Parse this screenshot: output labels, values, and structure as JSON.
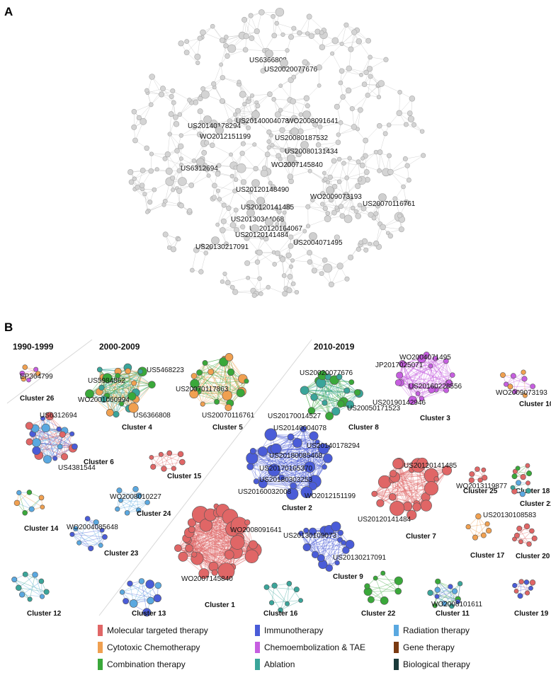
{
  "panels": {
    "a": "A",
    "b": "B"
  },
  "colors": {
    "molecular": "#e06666",
    "cytotoxic": "#f0a050",
    "combination": "#3aa83a",
    "immuno": "#4a5cd8",
    "chemo": "#c65ee0",
    "ablation": "#3aa59a",
    "radiation": "#5aa8e0",
    "gene": "#7a3a12",
    "biological": "#1a3a3a",
    "grey": "#d4d4d4"
  },
  "panel_a": {
    "labels": [
      "US6366808",
      "US20020077676",
      "US20140004078",
      "US20140178294",
      "WO2012151199",
      "WO2008091641",
      "US20080187532",
      "US20080131434",
      "WO2007145840",
      "US6312694",
      "US20120148490",
      "WO2009073193",
      "US20070116761",
      "US20120141485",
      "US20130344068",
      "US20120164067",
      "US20120141484",
      "US20130217091",
      "US2004071495"
    ]
  },
  "panel_b": {
    "periods": [
      "1990-1999",
      "2000-2009",
      "2010-2019"
    ],
    "clusters": [
      {
        "name": "Cluster 26"
      },
      {
        "name": "Cluster 4"
      },
      {
        "name": "Cluster 5"
      },
      {
        "name": "Cluster 8"
      },
      {
        "name": "Cluster 3"
      },
      {
        "name": "Cluster 10"
      },
      {
        "name": "Cluster 6"
      },
      {
        "name": "Cluster 15"
      },
      {
        "name": "Cluster 2"
      },
      {
        "name": "Cluster 25"
      },
      {
        "name": "Cluster 18"
      },
      {
        "name": "Cluster 7"
      },
      {
        "name": "Cluster 21"
      },
      {
        "name": "Cluster 14"
      },
      {
        "name": "Cluster 24"
      },
      {
        "name": "Cluster 23"
      },
      {
        "name": "Cluster 1"
      },
      {
        "name": "Cluster 9"
      },
      {
        "name": "Cluster 17"
      },
      {
        "name": "Cluster 20"
      },
      {
        "name": "Cluster 12"
      },
      {
        "name": "Cluster 13"
      },
      {
        "name": "Cluster 16"
      },
      {
        "name": "Cluster 22"
      },
      {
        "name": "Cluster 11"
      },
      {
        "name": "Cluster 19"
      }
    ],
    "node_labels": [
      "EP364799",
      "US5984862",
      "US5468223",
      "WO2001060994",
      "US6366808",
      "US20070117863",
      "US20070116761",
      "US20020077676",
      "US20050171523",
      "WO2004071495",
      "JP2017025071",
      "US20160228556",
      "US20190142946",
      "WO2009073193",
      "US6312694",
      "US4381544",
      "US20170014527",
      "US20140004078",
      "US20140178294",
      "US20180085468",
      "US20170165370",
      "US20180303253",
      "US20160032008",
      "WO2012151199",
      "WO2013119877",
      "US20120141485",
      "US20120141484",
      "WO2008010227",
      "WO2004085648",
      "WO2008091641",
      "WO2007145840",
      "US20130109073",
      "US20130217091",
      "US20130108583",
      "WO2008101611"
    ]
  },
  "legend": [
    {
      "label": "Molecular targeted therapy",
      "color": "#e06666"
    },
    {
      "label": "Immunotherapy",
      "color": "#4a5cd8"
    },
    {
      "label": "Radiation therapy",
      "color": "#5aa8e0"
    },
    {
      "label": "Cytotoxic Chemotherapy",
      "color": "#f0a050"
    },
    {
      "label": "Chemoembolization & TAE",
      "color": "#c65ee0"
    },
    {
      "label": "Gene therapy",
      "color": "#7a3a12"
    },
    {
      "label": "Combination therapy",
      "color": "#3aa83a"
    },
    {
      "label": "Ablation",
      "color": "#3aa59a"
    },
    {
      "label": "Biological therapy",
      "color": "#1a3a3a"
    }
  ]
}
